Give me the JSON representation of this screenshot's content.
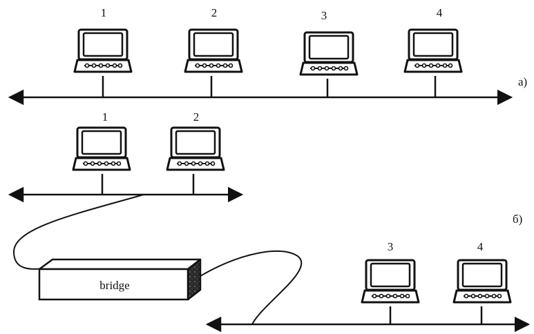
{
  "diagram": {
    "part_a": {
      "label": "a)",
      "computers": [
        "1",
        "2",
        "3",
        "4"
      ]
    },
    "part_b": {
      "label": "б)",
      "segment_1": {
        "computers": [
          "1",
          "2"
        ]
      },
      "segment_2": {
        "computers": [
          "3",
          "4"
        ]
      },
      "bridge": {
        "label": "bridge"
      }
    }
  }
}
